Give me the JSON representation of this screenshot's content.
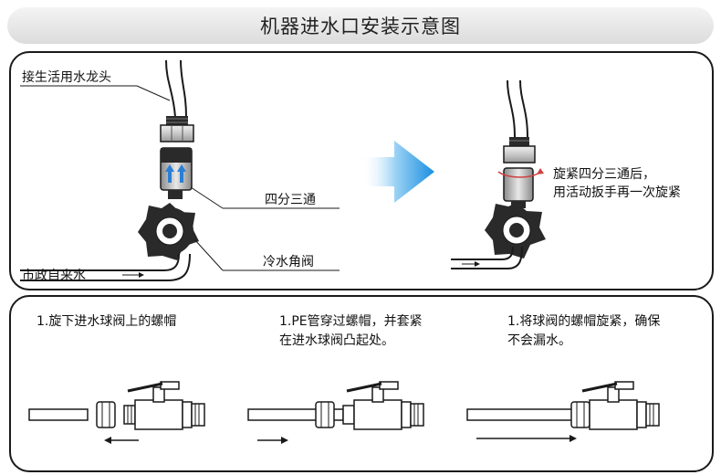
{
  "title": "机器进水口安装示意图",
  "top_panel": {
    "labels": {
      "faucet": "接生活用水龙头",
      "tee": "四分三通",
      "angle_valve": "冷水角阀",
      "municipal_water": "市政自来水"
    },
    "instruction_line1": "旋紧四分三通后，",
    "instruction_line2": "用活动扳手再一次旋紧"
  },
  "bottom_panel": {
    "steps": [
      {
        "line1": "1.旋下进水球阀上的螺帽",
        "line2": ""
      },
      {
        "line1": "1.PE管穿过螺帽，并套紧",
        "line2": "在进水球阀凸起处。"
      },
      {
        "line1": "1.将球阀的螺帽旋紧，确保",
        "line2": "不会漏水。"
      }
    ]
  },
  "colors": {
    "arrow_blue": "#1a8fe0",
    "flow_arrow_blue": "#2a7fd4",
    "outline": "#1a1a1a",
    "tee_gray": "#bfbfbf"
  }
}
